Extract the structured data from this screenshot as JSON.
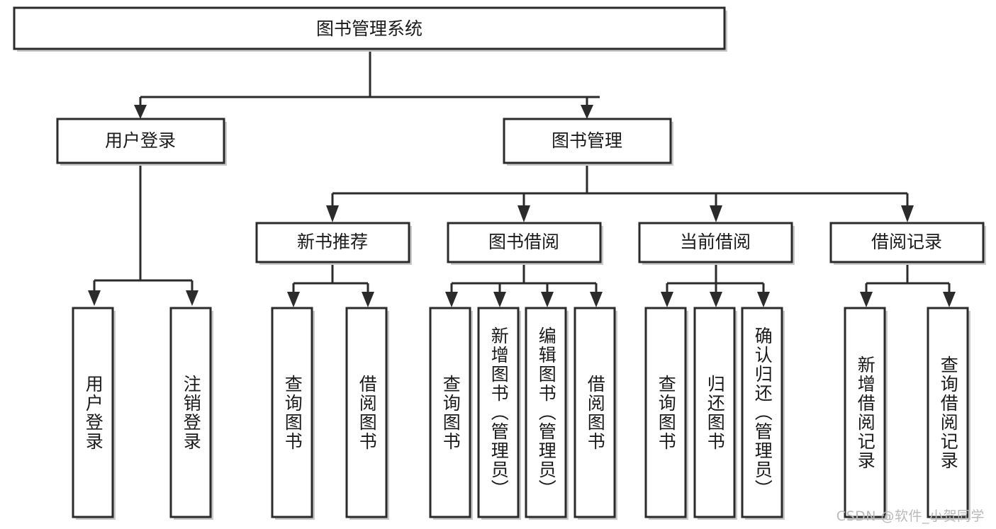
{
  "diagram": {
    "title": "图书管理系统",
    "type": "tree",
    "orientation": "top-down",
    "nodes": {
      "root": {
        "label": "图书管理系统",
        "level": 1,
        "text_orientation": "horizontal"
      },
      "l2": [
        {
          "id": "user-login",
          "label": "用户登录",
          "level": 2,
          "text_orientation": "horizontal"
        },
        {
          "id": "book-manage",
          "label": "图书管理",
          "level": 2,
          "text_orientation": "horizontal"
        }
      ],
      "l3": [
        {
          "id": "new-book-recommend",
          "label": "新书推荐",
          "level": 3,
          "text_orientation": "horizontal"
        },
        {
          "id": "book-borrow",
          "label": "图书借阅",
          "level": 3,
          "text_orientation": "horizontal"
        },
        {
          "id": "current-borrow",
          "label": "当前借阅",
          "level": 3,
          "text_orientation": "horizontal"
        },
        {
          "id": "borrow-record",
          "label": "借阅记录",
          "level": 3,
          "text_orientation": "horizontal"
        }
      ],
      "leaves": [
        {
          "id": "leaf-user-login",
          "label": "用户登录",
          "parent": "user-login",
          "text_orientation": "vertical"
        },
        {
          "id": "leaf-logout",
          "label": "注销登录",
          "parent": "user-login",
          "text_orientation": "vertical"
        },
        {
          "id": "leaf-query-book-1",
          "label": "查询图书",
          "parent": "new-book-recommend",
          "text_orientation": "vertical"
        },
        {
          "id": "leaf-borrow-book-1",
          "label": "借阅图书",
          "parent": "new-book-recommend",
          "text_orientation": "vertical"
        },
        {
          "id": "leaf-query-book-2",
          "label": "查询图书",
          "parent": "book-borrow",
          "text_orientation": "vertical"
        },
        {
          "id": "leaf-add-book",
          "label": "新增图书（管理员）",
          "parent": "book-borrow",
          "text_orientation": "vertical"
        },
        {
          "id": "leaf-edit-book",
          "label": "编辑图书（管理员）",
          "parent": "book-borrow",
          "text_orientation": "vertical"
        },
        {
          "id": "leaf-borrow-book-2",
          "label": "借阅图书",
          "parent": "book-borrow",
          "text_orientation": "vertical"
        },
        {
          "id": "leaf-query-book-3",
          "label": "查询图书",
          "parent": "current-borrow",
          "text_orientation": "vertical"
        },
        {
          "id": "leaf-return-book",
          "label": "归还图书",
          "parent": "current-borrow",
          "text_orientation": "vertical"
        },
        {
          "id": "leaf-confirm-return",
          "label": "确认归还（管理员）",
          "parent": "current-borrow",
          "text_orientation": "vertical"
        },
        {
          "id": "leaf-add-record",
          "label": "新增借阅记录",
          "parent": "borrow-record",
          "text_orientation": "vertical"
        },
        {
          "id": "leaf-query-record",
          "label": "查询借阅记录",
          "parent": "borrow-record",
          "text_orientation": "vertical"
        }
      ]
    },
    "colors": {
      "background": "#ffffff",
      "box_fill": "#ffffff",
      "box_stroke": "#2b2b2b",
      "connector": "#2b2b2b",
      "text": "#1a1a1a",
      "shadow": "#c9c9c9",
      "watermark": "#b9b9b9"
    }
  },
  "watermark": {
    "text": "CSDN @软件_小贺同学"
  }
}
